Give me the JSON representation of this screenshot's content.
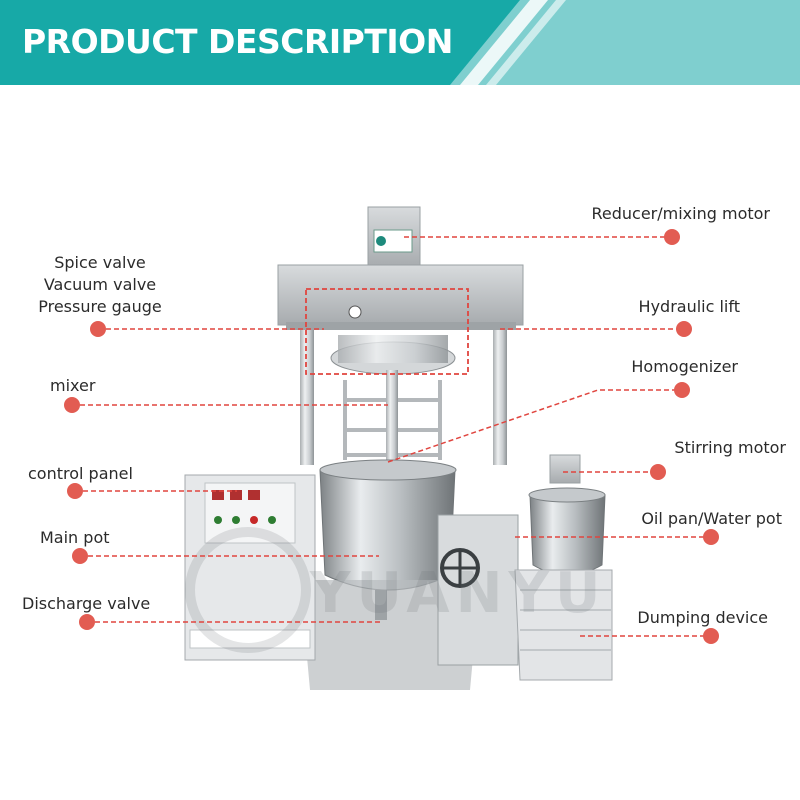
{
  "header": {
    "title": "PRODUCT DESCRIPTION"
  },
  "colors": {
    "banner_dark": "#17a9a7",
    "banner_light": "#7fcfcf",
    "leader": "#e0453f",
    "dot": "#e25c52"
  },
  "machine_logo": {
    "brand_text": "YUANYU"
  },
  "callouts": [
    {
      "id": "reducer-mixing-motor",
      "label": "Reducer/mixing motor"
    },
    {
      "id": "spice-vacuum-pressure",
      "lines": [
        "Spice valve",
        "Vacuum valve",
        "Pressure gauge"
      ]
    },
    {
      "id": "hydraulic-lift",
      "label": "Hydraulic lift"
    },
    {
      "id": "homogenizer",
      "label": "Homogenizer"
    },
    {
      "id": "mixer",
      "label": "mixer"
    },
    {
      "id": "stirring-motor",
      "label": "Stirring motor"
    },
    {
      "id": "control-panel",
      "label": "control panel"
    },
    {
      "id": "oil-pan-water-pot",
      "label": "Oil pan/Water pot"
    },
    {
      "id": "main-pot",
      "label": "Main pot"
    },
    {
      "id": "discharge-valve",
      "label": "Discharge valve"
    },
    {
      "id": "dumping-device",
      "label": "Dumping device"
    }
  ]
}
